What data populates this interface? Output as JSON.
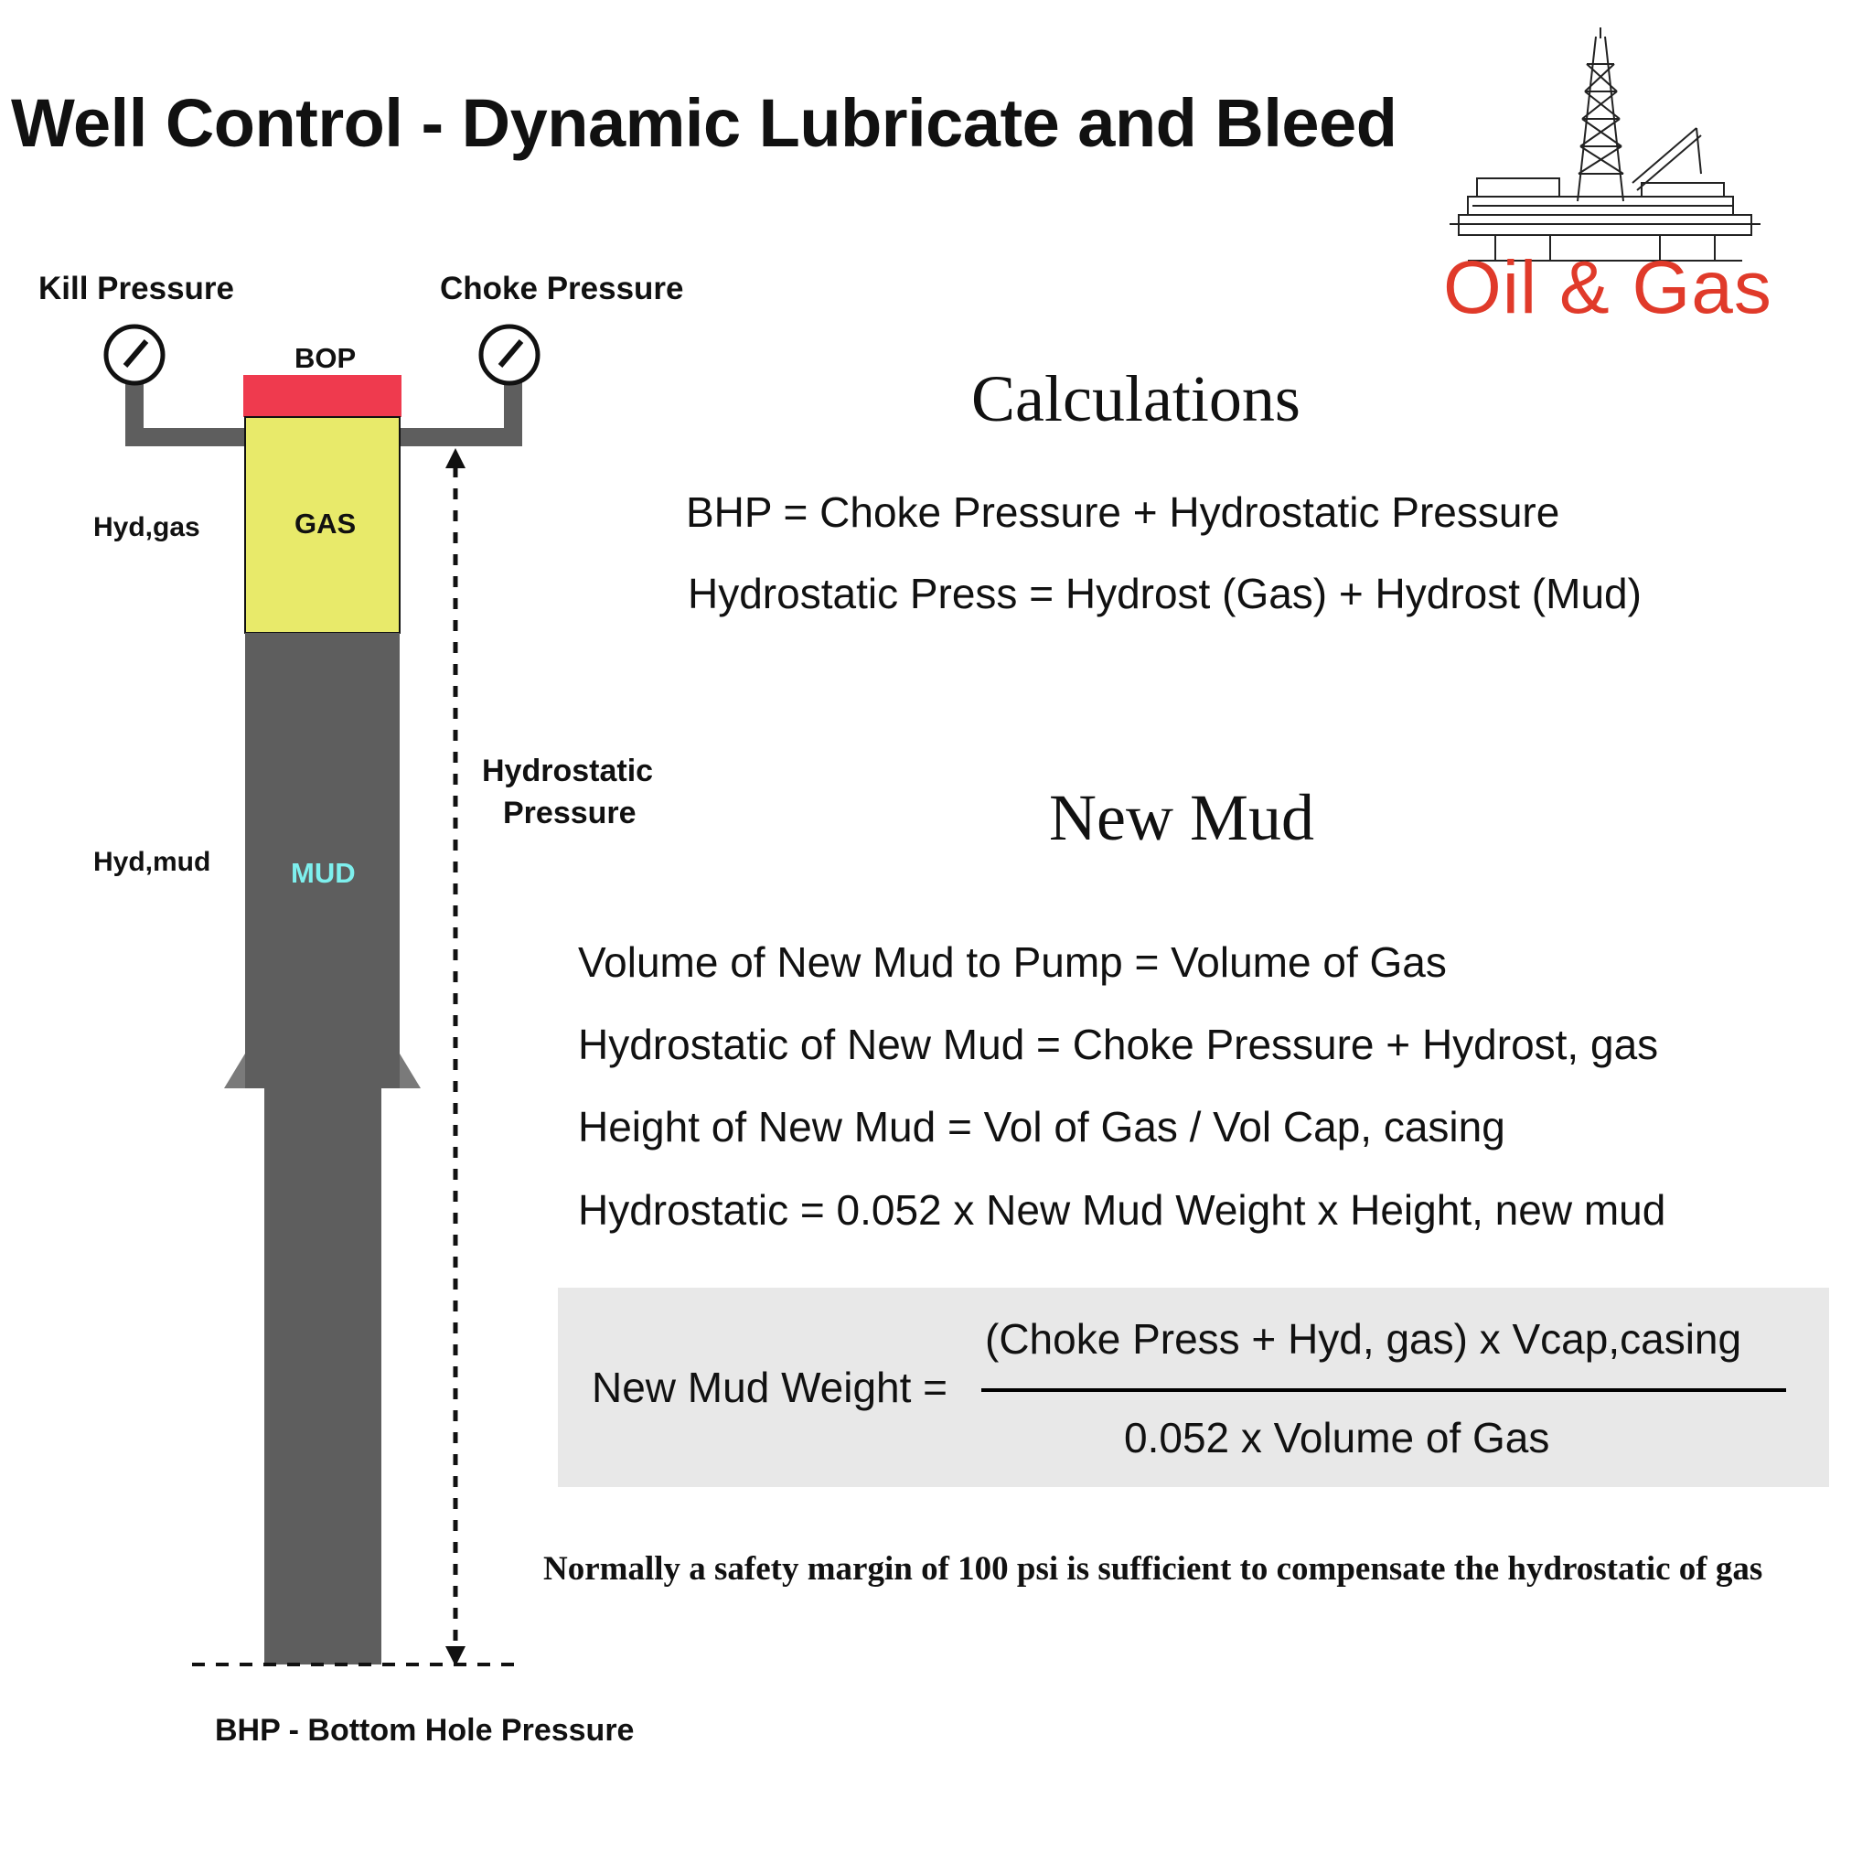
{
  "title": "Well Control - Dynamic Lubricate and Bleed",
  "logo": {
    "text": "Oil & Gas",
    "icon": "offshore-rig-icon",
    "color": "#e03a2a"
  },
  "diagram": {
    "kill_pressure_label": "Kill Pressure",
    "choke_pressure_label": "Choke Pressure",
    "bop_label": "BOP",
    "gas_label": "GAS",
    "mud_label": "MUD",
    "hyd_gas_label": "Hyd,gas",
    "hyd_mud_label": "Hyd,mud",
    "hydrostatic_label_line1": "Hydrostatic",
    "hydrostatic_label_line2": "Pressure",
    "bhp_label": "BHP - Bottom Hole Pressure",
    "colors": {
      "bop": "#ef3a4e",
      "gas": "#e8ea6a",
      "well": "#5e5e5e",
      "mud_text": "#7ef0ee",
      "piping": "#5e5e5e"
    }
  },
  "calculations": {
    "heading": "Calculations",
    "lines": [
      "BHP = Choke Pressure + Hydrostatic Pressure",
      "Hydrostatic Press = Hydrost (Gas) + Hydrost (Mud)"
    ]
  },
  "new_mud": {
    "heading": "New Mud",
    "lines": [
      "Volume of New Mud to Pump = Volume of Gas",
      "Hydrostatic of New Mud = Choke Pressure + Hydrost, gas",
      "Height of New Mud = Vol of Gas / Vol Cap, casing",
      "Hydrostatic = 0.052 x New Mud Weight x Height, new mud"
    ],
    "formula": {
      "lhs": "New Mud Weight =",
      "numerator": "(Choke Press + Hyd, gas) x Vcap,casing",
      "denominator": "0.052 x Volume of Gas"
    }
  },
  "note": "Normally a safety margin of 100 psi is sufficient to compensate the hydrostatic of gas"
}
